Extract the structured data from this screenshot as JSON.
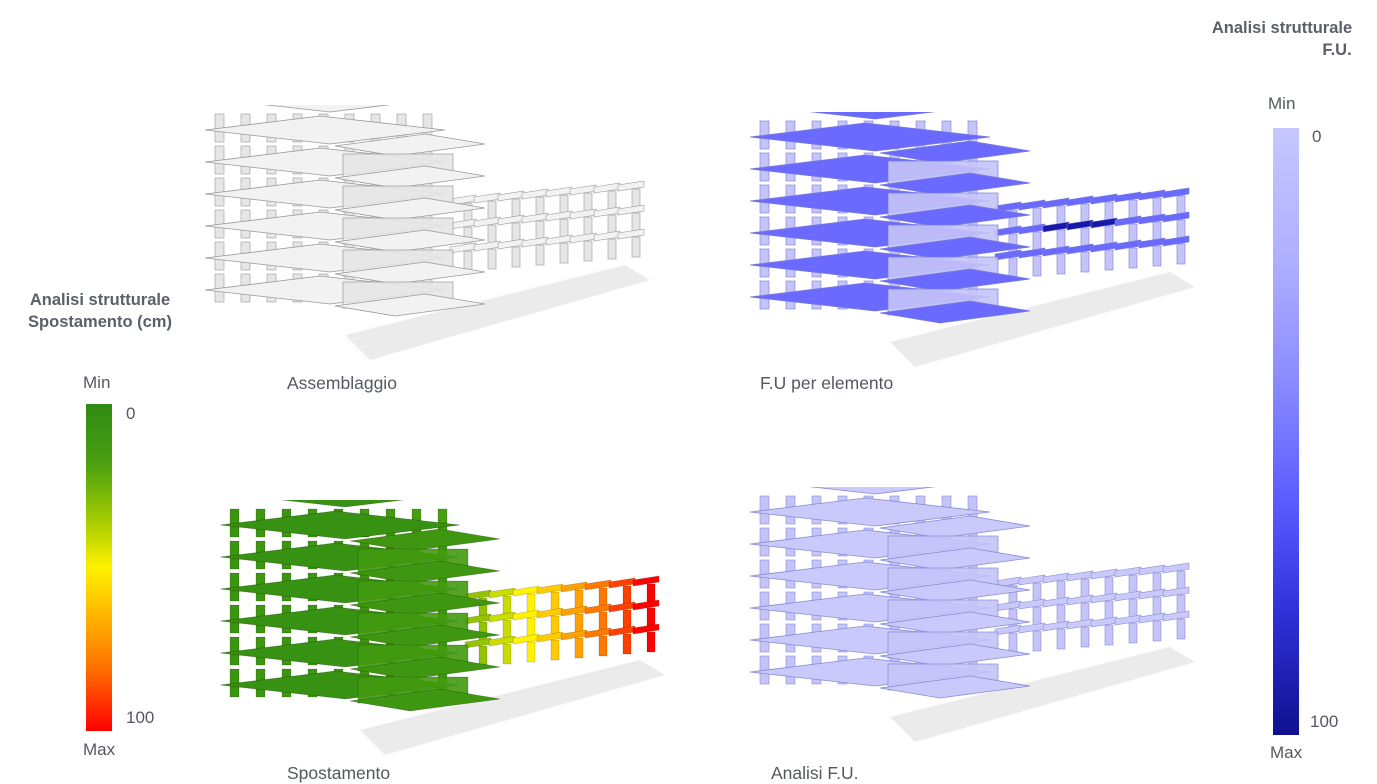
{
  "legends": {
    "displacement": {
      "title_line1": "Analisi strutturale",
      "title_line2": "Spostamento (cm)",
      "min_label": "Min",
      "max_label": "Max",
      "min_value": "0",
      "max_value": "100",
      "colors": [
        "#2f8a12",
        "#4aa011",
        "#a6cc00",
        "#fff200",
        "#ffb000",
        "#ff6a00",
        "#ff0000"
      ]
    },
    "utilization": {
      "title_line1": "Analisi strutturale",
      "title_line2": "F.U.",
      "min_label": "Min",
      "max_label": "Max",
      "min_value": "0",
      "max_value": "100",
      "colors": [
        "#c6c6ff",
        "#afafff",
        "#8a8aff",
        "#5a5aff",
        "#3030d8",
        "#10108f"
      ]
    }
  },
  "panels": [
    {
      "caption": "Assemblaggio",
      "style": "gray"
    },
    {
      "caption": "F.U per elemento",
      "style": "blue-elements"
    },
    {
      "caption": "Spostamento",
      "style": "displacement"
    },
    {
      "caption": "Analisi F.U.",
      "style": "fu-analysis"
    }
  ]
}
